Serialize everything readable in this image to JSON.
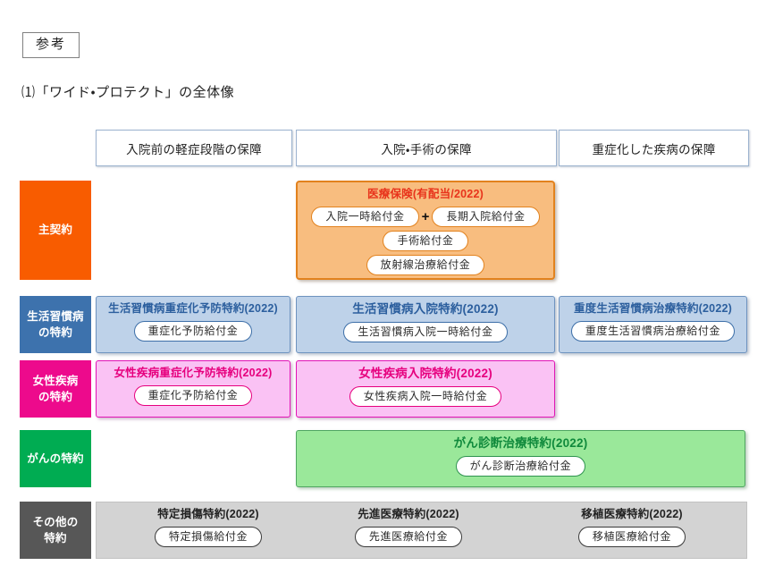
{
  "header": {
    "reference_badge": "参考",
    "section_title": "⑴「ワイド・プロテクト」の全体像"
  },
  "columns": [
    {
      "id": "pre-hospitalization",
      "label": "入院前の軽症段階の保障"
    },
    {
      "id": "hospitalization-surgery",
      "label": "入院・手術の保障"
    },
    {
      "id": "severe-disease",
      "label": "重症化した疾病の保障"
    }
  ],
  "categories": [
    {
      "id": "main-contract",
      "label_line1": "主契約",
      "label_line2": "",
      "color": "#f85c00"
    },
    {
      "id": "lifestyle-disease",
      "label_line1": "生活習慣病",
      "label_line2": "の特約",
      "color": "#3d72ad"
    },
    {
      "id": "womens-disease",
      "label_line1": "女性疾病",
      "label_line2": "の特約",
      "color": "#ed0a8c"
    },
    {
      "id": "cancer",
      "label_line1": "がんの特約",
      "label_line2": "",
      "color": "#00ac52"
    },
    {
      "id": "other-riders",
      "label_line1": "その他の",
      "label_line2": "特約",
      "color": "#575757"
    }
  ],
  "main_contract": {
    "title": "医療保険(有配当/2022)",
    "benefit_pair": {
      "left": "入院一時給付金",
      "operator": "+",
      "right": "長期入院給付金"
    },
    "benefits": [
      "手術給付金",
      "放射線治療給付金"
    ]
  },
  "lifestyle": {
    "pre": {
      "title": "生活習慣病重症化予防特約(2022)",
      "benefit": "重症化予防給付金"
    },
    "hospital": {
      "title": "生活習慣病入院特約(2022)",
      "benefit": "生活習慣病入院一時給付金"
    },
    "severe": {
      "title": "重度生活習慣病治療特約(2022)",
      "benefit": "重度生活習慣病治療給付金"
    }
  },
  "womens": {
    "pre": {
      "title": "女性疾病重症化予防特約(2022)",
      "benefit": "重症化予防給付金"
    },
    "hospital": {
      "title": "女性疾病入院特約(2022)",
      "benefit": "女性疾病入院一時給付金"
    }
  },
  "cancer": {
    "title": "がん診断治療特約(2022)",
    "benefit": "がん診断治療給付金"
  },
  "other": [
    {
      "title": "特定損傷特約(2022)",
      "benefit": "特定損傷給付金"
    },
    {
      "title": "先進医療特約(2022)",
      "benefit": "先進医療給付金"
    },
    {
      "title": "移植医療特約(2022)",
      "benefit": "移植医療給付金"
    }
  ],
  "colors": {
    "main_fill": "#f8bd7f",
    "main_border": "#e2821e",
    "main_title": "#e8341c",
    "blue_fill": "#bed2e9",
    "blue_border": "#6e93bf",
    "blue_title": "#2c5f9e",
    "pink_fill": "#fac2f4",
    "pink_border": "#e114b6",
    "pink_title": "#e6007e",
    "green_fill": "#9ae89a",
    "green_border": "#4fa561",
    "green_title": "#108a3c",
    "gray_fill": "#d3d3d3",
    "gray_title": "#222222"
  }
}
